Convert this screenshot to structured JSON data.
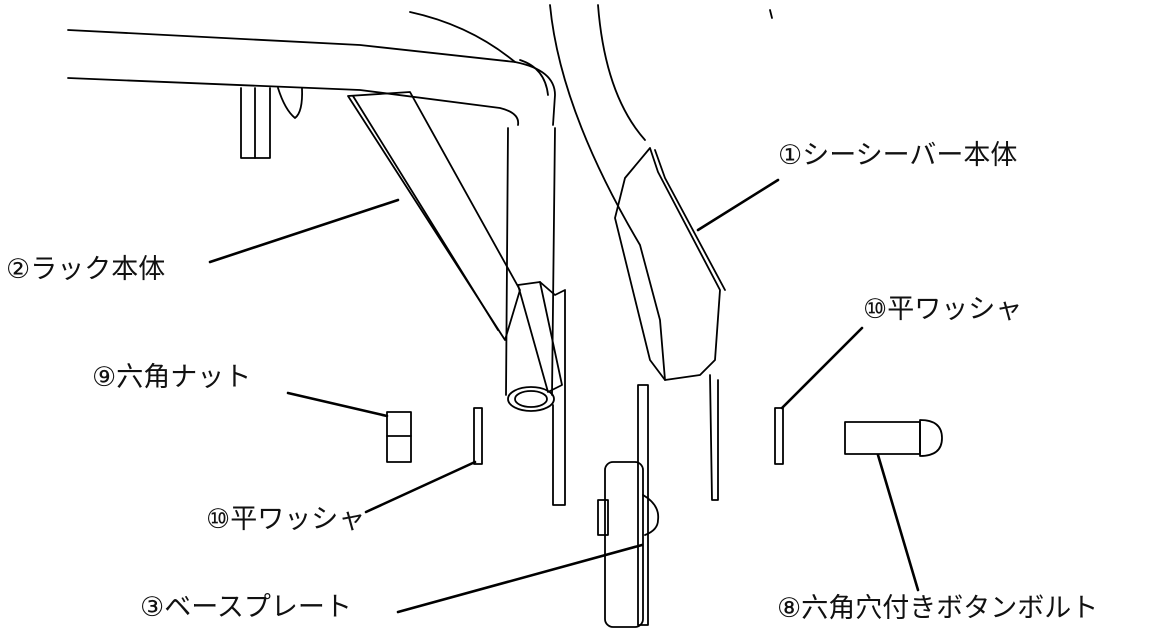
{
  "diagram": {
    "parts": [
      {
        "id": "seesaw-bar-body",
        "label": "①シーシーバー本体"
      },
      {
        "id": "rack-body",
        "label": "②ラック本体"
      },
      {
        "id": "base-plate",
        "label": "③ベースプレート"
      },
      {
        "id": "hex-socket-button-bolt",
        "label": "⑧六角穴付きボタンボルト"
      },
      {
        "id": "hex-nut",
        "label": "⑨六角ナット"
      },
      {
        "id": "flat-washer-right",
        "label": "⑩平ワッシャ"
      },
      {
        "id": "flat-washer-left",
        "label": "⑩平ワッシャ"
      }
    ]
  }
}
